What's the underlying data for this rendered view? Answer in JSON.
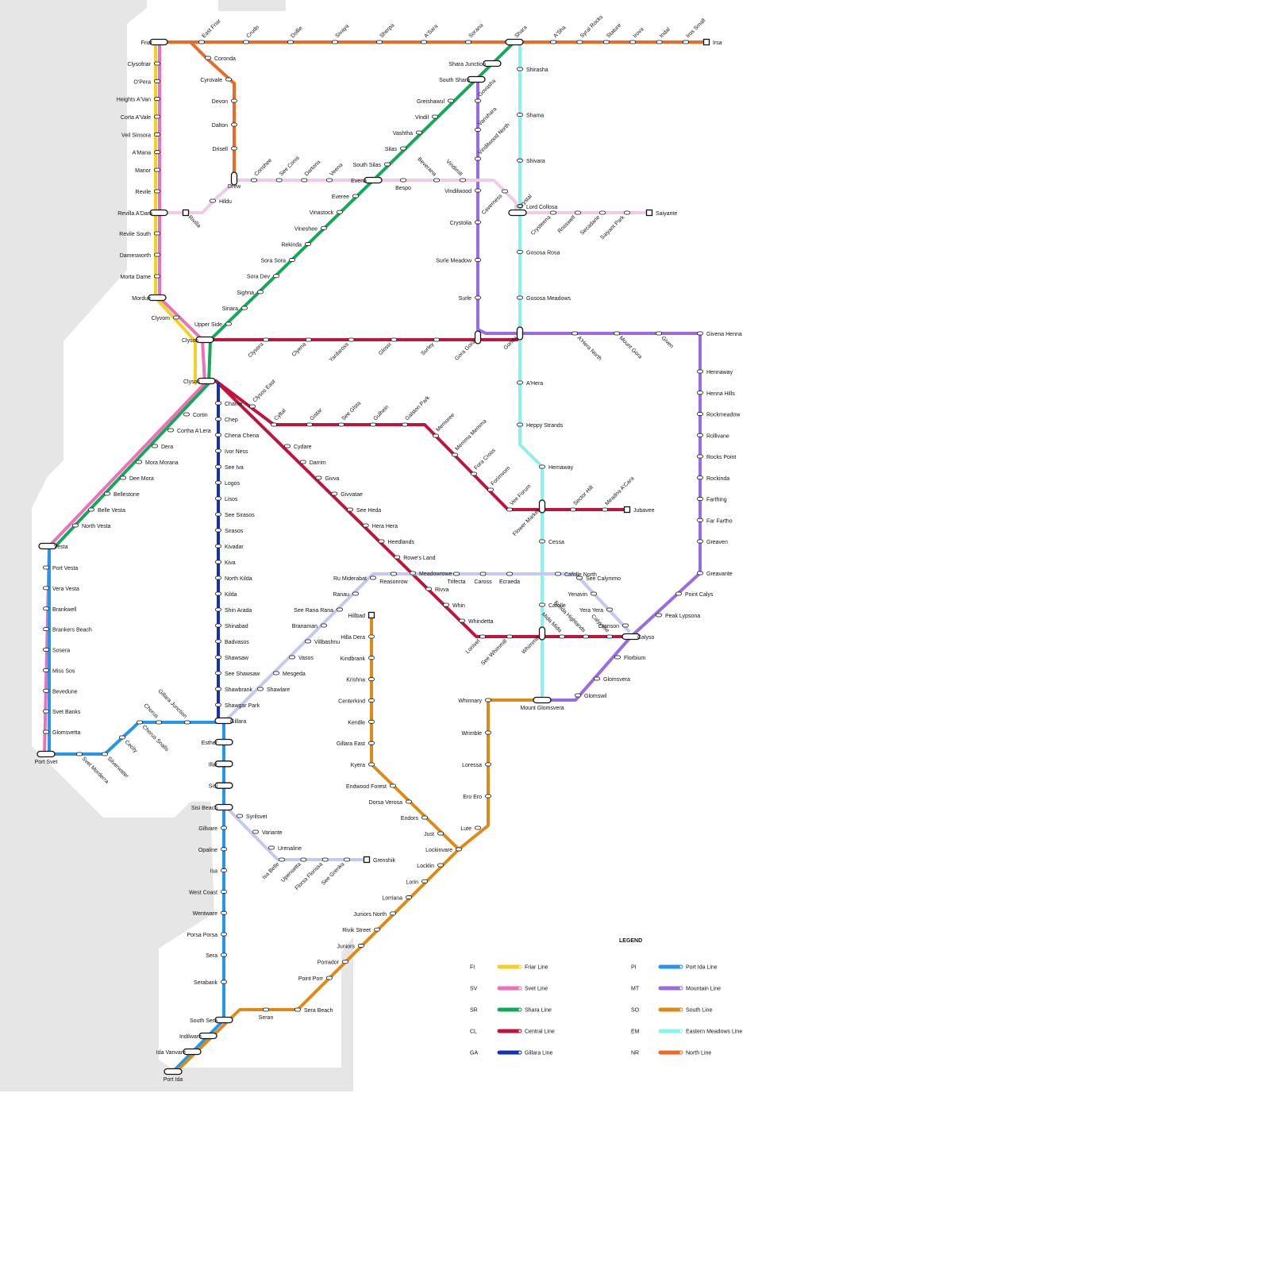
{
  "legend": {
    "title": "LEGEND",
    "entries": [
      {
        "code": "FI",
        "name": "Friar Line",
        "color": "#f2d024"
      },
      {
        "code": "SV",
        "name": "Svet Line",
        "color": "#f06fb8"
      },
      {
        "code": "SR",
        "name": "Shara Line",
        "color": "#14a85a"
      },
      {
        "code": "CL",
        "name": "Central Line",
        "color": "#c0143c"
      },
      {
        "code": "GA",
        "name": "Gillara Line",
        "color": "#1530b8"
      },
      {
        "code": "PI",
        "name": "Port Ida Line",
        "color": "#2496ee"
      },
      {
        "code": "MT",
        "name": "Mountain Line",
        "color": "#9b6be6"
      },
      {
        "code": "SO",
        "name": "South Line",
        "color": "#e08a14"
      },
      {
        "code": "EM",
        "name": "Eastern Meadows Line",
        "color": "#88f2ec"
      },
      {
        "code": "NR",
        "name": "North Line",
        "color": "#ee6a24"
      }
    ]
  },
  "pale_line_colors": {
    "lavender": "#c4c8f2",
    "pink": "#eecbea"
  },
  "stations": {
    "north": [
      "Friar",
      "East Friar",
      "Crudo",
      "Dollie",
      "Sivaya",
      "Sherpa",
      "A'Sara",
      "Sorana",
      "Shara",
      "A'Sha",
      "Syral Rocks",
      "Stature",
      "Irova",
      "Indal",
      "Iros Small",
      "Irsa"
    ],
    "north_branch": [
      "Coronda",
      "Cyrovale",
      "Devon",
      "Dalton",
      "Drisell",
      "Drew"
    ],
    "friar_svet": [
      "Clysofriar",
      "O'Pera",
      "Heights A'Van",
      "Corta A'Vale",
      "Veil Sinsora",
      "A'Mana",
      "Manor",
      "Revile",
      "Revilla A'Dara",
      "Revile South",
      "Damesworth",
      "Morta Dame",
      "Mordue",
      "Clyvom",
      "Clysos"
    ],
    "pink_west": [
      "Rivilla",
      "Hildu",
      "Conshee",
      "See Conis",
      "Dartona",
      "Veena",
      "Evena",
      "Bespo",
      "Beverana",
      "Vindimill",
      "Vindilwood",
      "Caverness",
      "Crystal",
      "Crysteena",
      "Rosswell",
      "Secadarie",
      "Saiyant Park",
      "Saiyante"
    ],
    "shara": [
      "Shara Junction",
      "South Shara",
      "Greishawul",
      "Vindil",
      "Vashtha",
      "Silas",
      "South Silas",
      "Everee",
      "Vinastock",
      "Vineshee",
      "Rekinda",
      "Sora Sora",
      "Sora Dev",
      "Sighna",
      "Sinara",
      "Upper Side"
    ],
    "mountain": [
      "Govasha",
      "Vanshara",
      "Vindilwood North",
      "Crystolia",
      "Surle Meadow",
      "Surle",
      "Gora Gora",
      "Gonda",
      "A'Hera North",
      "Mount Gora",
      "Given",
      "Givena Henna",
      "Hennaway",
      "Henna Hills",
      "Rockmeadow",
      "Rollivane",
      "Rocks Point",
      "Rockinda",
      "Farthing",
      "Far Fartho",
      "Greaven",
      "Greavante",
      "Point Calys",
      "Peak Lypsona",
      "Calyso",
      "Florbium",
      "Glomsvera",
      "Glomswil",
      "Mount Glomsvera"
    ],
    "eastern_meadows": [
      "Shirasha",
      "Shama",
      "Shivara",
      "Lord Collosa",
      "Gososa Rosa",
      "Gososa Meadows",
      "A'Hera",
      "Heppy Strands",
      "Hemaway",
      "Flower Market",
      "Cessa",
      "Cafolle",
      "Whimmill"
    ],
    "central": [
      "Clysora",
      "Clyena",
      "Yardaross",
      "Glossi",
      "Surley",
      "Clysos East",
      "Cyltal",
      "Gistar",
      "See Glsta",
      "Gulhein",
      "Galston Park",
      "Memoree",
      "Memma Memma",
      "Fora Cross",
      "Forimvom",
      "Vee Forum",
      "Sector Hill",
      "Meadna A'Cara",
      "Jubavee",
      "Cydare",
      "Darrim",
      "Givva",
      "Givvatae",
      "See Heda",
      "Hera Hera",
      "Heedlands",
      "Rowe's Land",
      "Meadowrowe",
      "Rivva",
      "Whin",
      "Whindetta",
      "Lonivel",
      "See Whimmill",
      "Mida Mida",
      "Emida Highlands",
      "Calyvase"
    ],
    "lavender": [
      "Ru Miderabat",
      "Reasonrow",
      "Trifecta",
      "Caross",
      "Ecraeda",
      "Cafolle North",
      "See Calymmo",
      "Yenavin",
      "Yera Yera",
      "Cranson",
      "Ranau",
      "See Rana Rana",
      "Branaman",
      "Villbashnu",
      "Vasos",
      "Mesgeda",
      "Shawlare",
      "Syrilsvet",
      "Variante",
      "Urenaline",
      "Isa Belle",
      "Upensetta",
      "Florsa Florissa",
      "See Grenka",
      "Grenshik"
    ],
    "gillara": [
      "Chame",
      "Chep",
      "Chena Chena",
      "Ivor Ness",
      "See Iva",
      "Logos",
      "Lisos",
      "See Sirasos",
      "Sirasos",
      "Kivadar",
      "Kiva",
      "North Kilda",
      "Kilda",
      "Shin Arada",
      "Shinabad",
      "Badvasos",
      "Shawsaw",
      "See Shawsaw",
      "Shawbrank",
      "Shawgar Park",
      "Gillara"
    ],
    "svet": [
      "Cortin",
      "Cortha A'Lera",
      "Dera",
      "Mora Morana",
      "Dee Mora",
      "Bellestone",
      "Belle Vesta",
      "North Vesta",
      "Vesta",
      "Port Vesta",
      "Vera Vesta",
      "Brankwell",
      "Brankers Beach",
      "Sosera",
      "Miss Sos",
      "Bevedune",
      "Svet Banks",
      "Glomsvetta",
      "Port Svet"
    ],
    "port_ida": [
      "Svet Morderra",
      "Silverwater",
      "Cecily",
      "Chorus Snalls",
      "Chorus",
      "Gillara Junction",
      "Esther",
      "Illar",
      "Sisi",
      "Sisi Beach",
      "Gillvare",
      "Opaline",
      "Isa",
      "West Coast",
      "Wentware",
      "Porsa Porsa",
      "Sera",
      "Serabank",
      "South Sera",
      "Indilware",
      "Ida Vanvare",
      "Port Ida"
    ],
    "south": [
      "Hillbad",
      "Hilla Dera",
      "Kindbrank",
      "Krishna",
      "Centerkind",
      "Kendle",
      "Gillara East",
      "Kyera",
      "Endwood Forest",
      "Dorsa Verosa",
      "Endors",
      "Just",
      "Lockinvare",
      "Locklin",
      "Lorin",
      "Lorriana",
      "Juniors North",
      "Rivik Street",
      "Juniors",
      "Porrador",
      "Point Porr",
      "Sera Beach",
      "Seran",
      "Lute",
      "Ero Ero",
      "Loressa",
      "Wrimble",
      "Whinnary"
    ]
  }
}
